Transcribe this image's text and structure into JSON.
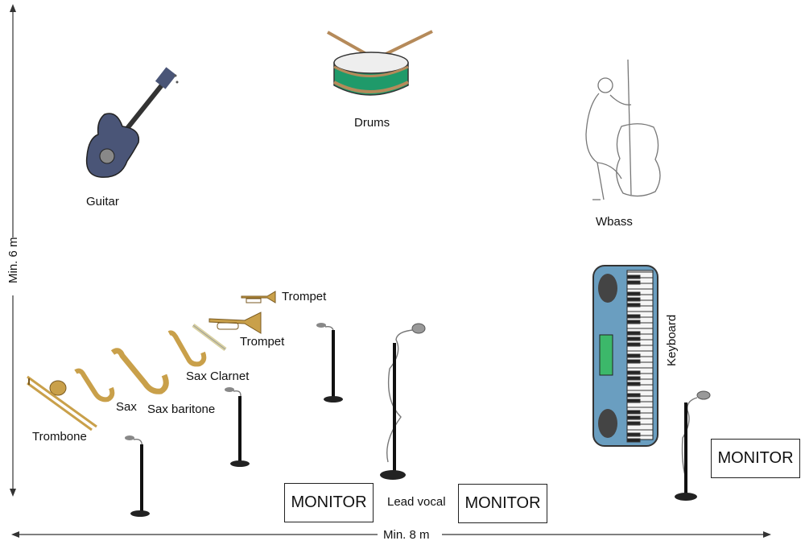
{
  "dimensions": {
    "width_label": "Min. 8 m",
    "height_label": "Min. 6 m"
  },
  "instruments": {
    "guitar": "Guitar",
    "drums": "Drums",
    "wbass": "Wbass",
    "trompet_1": "Trompet",
    "trompet_2": "Trompet",
    "sax_clarnet": "Sax Clarnet",
    "sax": "Sax",
    "sax_baritone": "Sax baritone",
    "trombone": "Trombone",
    "keyboard": "Keyboard",
    "lead_vocal": "Lead vocal"
  },
  "monitors": [
    "MONITOR",
    "MONITOR",
    "MONITOR"
  ],
  "colors": {
    "guitar_body": "#4a5577",
    "drum_shell": "#1f9a6a",
    "keyboard_body": "#6a9ec0",
    "brass": "#c9a04a"
  }
}
